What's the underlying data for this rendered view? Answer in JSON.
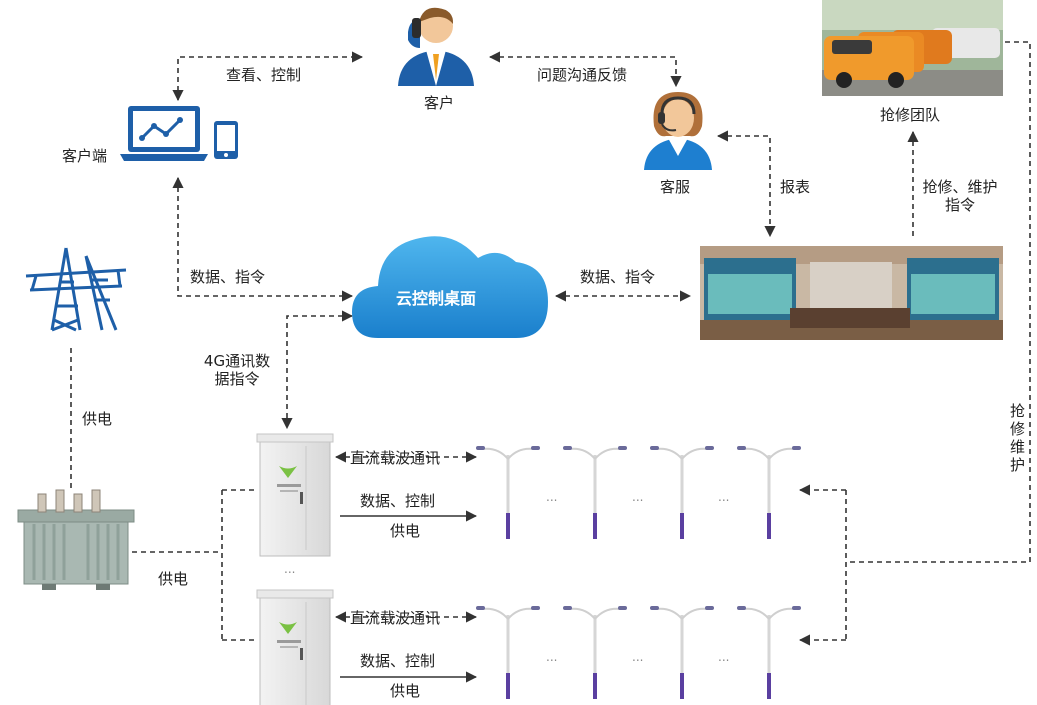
{
  "nodes": {
    "customer": "客户",
    "client_terminal": "客户端",
    "customer_service": "客服",
    "repair_team": "抢修团队",
    "cloud": "云控制桌面"
  },
  "edges": {
    "view_control": "查看、控制",
    "feedback": "问题沟通反馈",
    "report": "报表",
    "repair_instruction": "抢修、维护指令",
    "data_cmd_left": "数据、指令",
    "data_cmd_right": "数据、指令",
    "comm_4g": "4G通讯数据指令",
    "power_supply_tower": "供电",
    "power_supply_transformer": "供电",
    "repair_maintain_vertical": "抢修维护"
  },
  "groups": [
    {
      "plc": "直流载波通讯",
      "data_control": "数据、控制",
      "power": "供电"
    },
    {
      "plc": "直流载波通讯",
      "data_control": "数据、控制",
      "power": "供电"
    }
  ],
  "ellipsis": "...",
  "colors": {
    "accent_blue": "#1e5fa8",
    "cloud_blue": "#2a8fd8",
    "pole_purple": "#5a3fa0",
    "line_dark": "#333333"
  }
}
